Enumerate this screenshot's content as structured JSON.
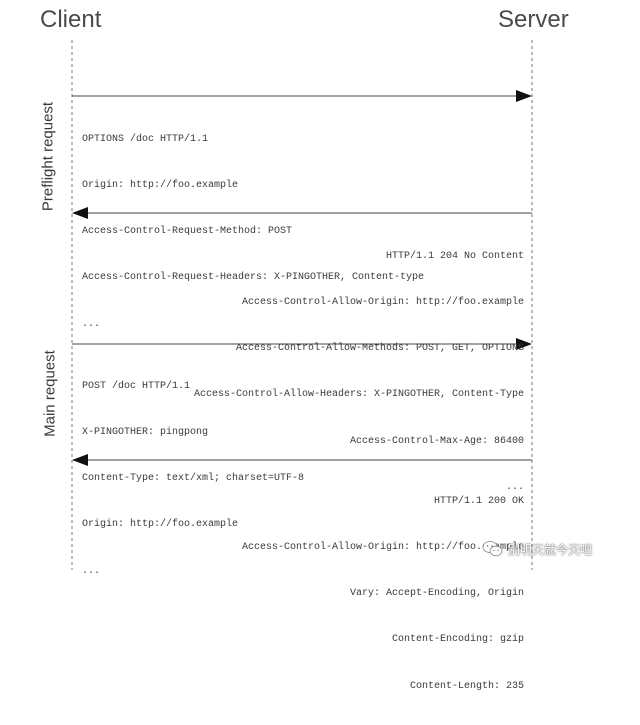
{
  "header": {
    "client_label": "Client",
    "server_label": "Server"
  },
  "sections": {
    "preflight_label": "Preflight request",
    "main_label": "Main request"
  },
  "messages": [
    {
      "direction": "client-to-server",
      "lines": [
        "OPTIONS /doc HTTP/1.1",
        "Origin: http://foo.example",
        "Access-Control-Request-Method: POST",
        "Access-Control-Request-Headers: X-PINGOTHER, Content-type",
        "..."
      ]
    },
    {
      "direction": "server-to-client",
      "lines": [
        "HTTP/1.1 204 No Content",
        "Access-Control-Allow-Origin: http://foo.example",
        "Access-Control-Allow-Methods: POST, GET, OPTIONS",
        "Access-Control-Allow-Headers: X-PINGOTHER, Content-Type",
        "Access-Control-Max-Age: 86400",
        "..."
      ]
    },
    {
      "direction": "client-to-server",
      "lines": [
        "POST /doc HTTP/1.1",
        "X-PINGOTHER: pingpong",
        "Content-Type: text/xml; charset=UTF-8",
        "Origin: http://foo.example",
        "..."
      ]
    },
    {
      "direction": "server-to-client",
      "lines": [
        "HTTP/1.1 200 OK",
        "Access-Control-Allow-Origin: http://foo.example",
        "Vary: Accept-Encoding, Origin",
        "Content-Encoding: gzip",
        "Content-Length: 235"
      ]
    }
  ],
  "watermark": {
    "text": "别明天就今天吧",
    "icon": "wechat-icon"
  },
  "colors": {
    "line": "#444444",
    "lifeline": "#777777",
    "text": "#3a3a3a"
  }
}
